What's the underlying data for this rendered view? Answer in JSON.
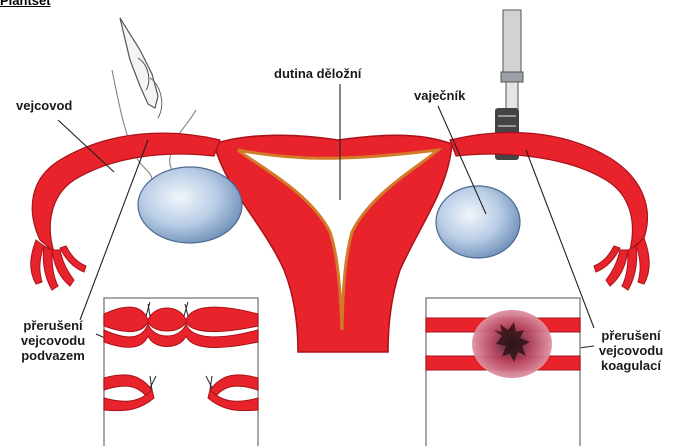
{
  "header_fragment": "Plantset",
  "labels": {
    "oviduct": "vejcovod",
    "uterine_cavity": "dutina děložní",
    "ovary": "vaječník",
    "ligation": [
      "přerušení",
      "vejcovodu",
      "podvazem"
    ],
    "coagulation": [
      "přerušení",
      "vejcovodu",
      "koagulací"
    ]
  },
  "colors": {
    "tube": "#e8232b",
    "tube_edge": "#a8121a",
    "ovary": "#b9cde6",
    "frame": "#8a8a8a",
    "coagulation": "#d76f86"
  }
}
